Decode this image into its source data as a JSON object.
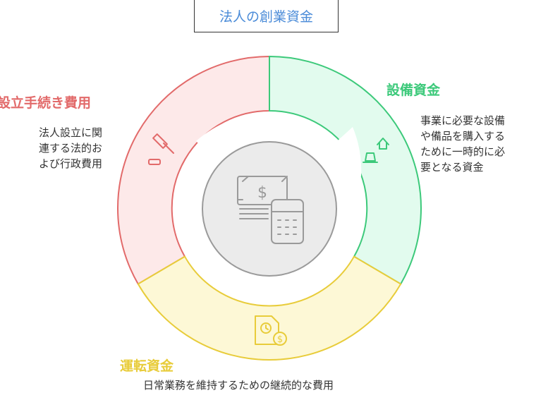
{
  "title": "法人の創業資金",
  "segments": {
    "setup": {
      "label": "設立手続き費用",
      "description_lines": [
        "法人設立に関",
        "連する法的お",
        "よび行政費用"
      ],
      "color": "#e26a6a",
      "fill": "#fde9e9",
      "icon": "gavel-icon"
    },
    "equipment": {
      "label": "設備資金",
      "description_lines": [
        "事業に必要な設備",
        "や備品を購入する",
        "ために一時的に必",
        "要となる資金"
      ],
      "color": "#3cc97a",
      "fill": "#e2fbee",
      "icon": "construction-icon"
    },
    "operating": {
      "label": "運転資金",
      "description_lines": [
        "日常業務を維持するための継続的な費用"
      ],
      "color": "#e8cc3a",
      "fill": "#fdf8d6",
      "icon": "clock-dollar-document-icon"
    }
  },
  "center": {
    "icon": "money-calculator-icon"
  }
}
